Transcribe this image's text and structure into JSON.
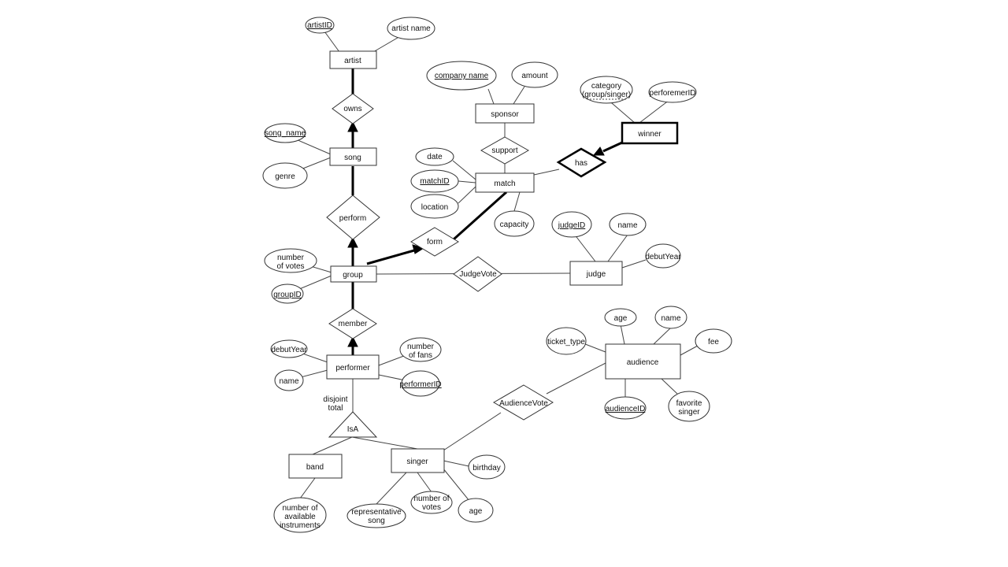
{
  "entities": {
    "artist": "artist",
    "song": "song",
    "group": "group",
    "performer": "performer",
    "band": "band",
    "singer": "singer",
    "sponsor": "sponsor",
    "match": "match",
    "winner": "winner",
    "judge": "judge",
    "audience": "audience"
  },
  "relationships": {
    "owns": "owns",
    "perform": "perform",
    "member": "member",
    "support": "support",
    "has": "has",
    "form": "form",
    "judgevote": "JudgeVote",
    "audiencevote": "AudienceVote"
  },
  "isa": {
    "label": "IsA",
    "constraint": [
      "disjoint",
      "total"
    ]
  },
  "attributes": {
    "artist_id": "artistID",
    "artist_name": "artist name",
    "song_name": "song_name",
    "genre": "genre",
    "group_votes": [
      "number",
      "of votes"
    ],
    "group_id": "groupID",
    "performer_debut_year": "debutYear",
    "performer_name": "name",
    "performer_fans": [
      "number",
      "of fans"
    ],
    "performer_id": "performerID",
    "band_instruments": [
      "number of",
      "available",
      "instruments"
    ],
    "singer_representative_song": [
      "representative",
      "song"
    ],
    "singer_votes": [
      "number of",
      "votes"
    ],
    "singer_age": "age",
    "singer_birthday": "birthday",
    "company_name": "company name",
    "amount": "amount",
    "date": "date",
    "match_id": "matchID",
    "location": "location",
    "capacity": "capacity",
    "winner_category": [
      "category",
      "(group/singer)"
    ],
    "winner_performer_id": "perforemerID",
    "judge_id": "judgeID",
    "judge_name": "name",
    "judge_debut_year": "debutYear",
    "ticket_type": "ticket_type",
    "audience_age": "age",
    "audience_name": "name",
    "fee": "fee",
    "audience_id": "audienceID",
    "favorite_singer": [
      "favorite",
      "singer"
    ]
  }
}
